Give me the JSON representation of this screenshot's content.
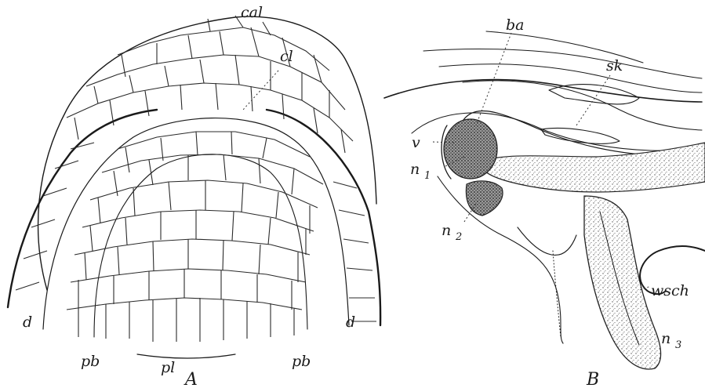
{
  "panel_a": {
    "caption": "A",
    "labels": {
      "cal": "cal",
      "cl": "cl",
      "d_left": "d",
      "d_right": "d",
      "pb_left": "pb",
      "pb_right": "pb",
      "pl": "pl"
    }
  },
  "panel_b": {
    "caption": "B",
    "labels": {
      "ba": "ba",
      "sk": "sk",
      "v": "v",
      "n1": "n",
      "n1_sub": "1",
      "n2": "n",
      "n2_sub": "2",
      "wsch": "wsch",
      "n3": "n",
      "n3_sub": "3"
    }
  }
}
